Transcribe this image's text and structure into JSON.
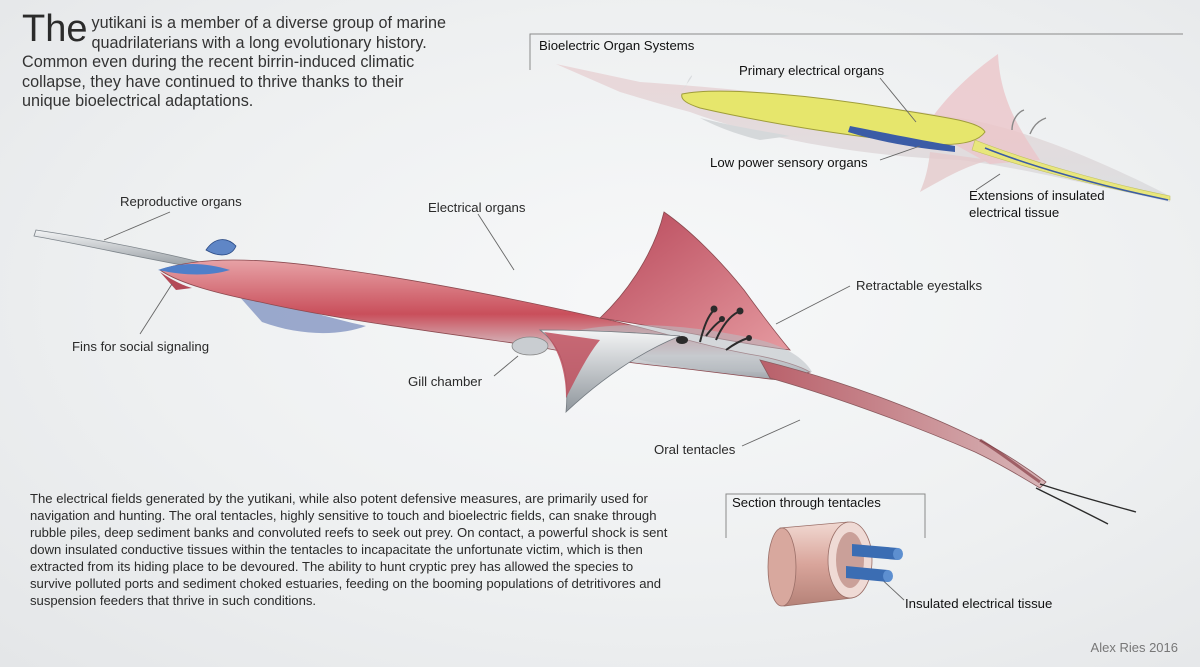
{
  "intro": {
    "lead": "The",
    "text": "yutikani is a member of a diverse group of marine quadrilaterians with a long evolutionary history. Common even during the recent birrin-induced climatic collapse, they have continued to thrive thanks to their unique bioelectrical adaptations."
  },
  "labels": {
    "reproductive": "Reproductive organs",
    "electrical": "Electrical organs",
    "eyestalks": "Retractable eyestalks",
    "fins": "Fins for social signaling",
    "gill": "Gill chamber",
    "oral": "Oral tentacles"
  },
  "inset": {
    "title": "Bioelectric Organ Systems",
    "primary": "Primary electrical organs",
    "low_power": "Low power sensory organs",
    "extensions": "Extensions of insulated electrical tissue"
  },
  "section": {
    "title": "Section through tentacles",
    "insulated": "Insulated electrical tissue"
  },
  "body_text": "The electrical fields generated by the yutikani, while also potent defensive measures, are primarily used for navigation and hunting. The oral tentacles, highly sensitive to touch and bioelectric fields, can snake through rubble piles, deep sediment banks and convoluted reefs to seek out prey. On contact, a powerful shock is sent down insulated conductive tissues within the tentacles to incapacitate the unfortunate victim, which is then extracted from its hiding place to be devoured. The ability to hunt cryptic prey has allowed the species to survive polluted ports and sediment choked estuaries, feeding on the booming populations of detritivores and suspension feeders that thrive in such conditions.",
  "credit": "Alex Ries 2016",
  "colors": {
    "body_red": "#c8505c",
    "body_pink": "#e08a90",
    "organ_yellow": "#e8e86a",
    "sensory_blue": "#3a5fa8",
    "silver": "#cfd3d6"
  }
}
